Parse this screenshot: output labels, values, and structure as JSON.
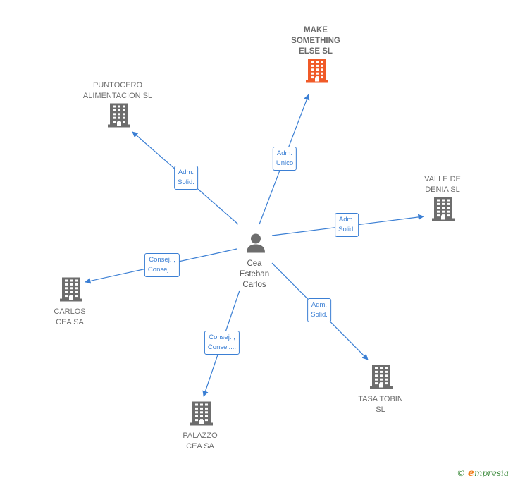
{
  "center": {
    "label": "Cea\nEsteban\nCarlos",
    "icon": "person-icon"
  },
  "nodes": [
    {
      "id": "make",
      "label": "MAKE\nSOMETHING\nELSE  SL",
      "icon": "building-icon",
      "color": "#f05a28",
      "highlight": true
    },
    {
      "id": "puntocero",
      "label": "PUNTOCERO\nALIMENTACION SL",
      "icon": "building-icon",
      "color": "#6d6d6d"
    },
    {
      "id": "valle",
      "label": "VALLE DE\nDENIA  SL",
      "icon": "building-icon",
      "color": "#6d6d6d"
    },
    {
      "id": "carlos",
      "label": "CARLOS\nCEA SA",
      "icon": "building-icon",
      "color": "#6d6d6d"
    },
    {
      "id": "palazzo",
      "label": "PALAZZO\nCEA SA",
      "icon": "building-icon",
      "color": "#6d6d6d"
    },
    {
      "id": "tasa",
      "label": "TASA TOBIN\nSL",
      "icon": "building-icon",
      "color": "#6d6d6d"
    }
  ],
  "edges": [
    {
      "to": "make",
      "label": "Adm.\nUnico"
    },
    {
      "to": "puntocero",
      "label": "Adm.\nSolid."
    },
    {
      "to": "valle",
      "label": "Adm.\nSolid."
    },
    {
      "to": "carlos",
      "label": "Consej. ,\nConsej...."
    },
    {
      "to": "palazzo",
      "label": "Consej. ,\nConsej...."
    },
    {
      "to": "tasa",
      "label": "Adm.\nSolid."
    }
  ],
  "colors": {
    "edge": "#3b7fd4",
    "accent": "#f05a28",
    "building": "#6d6d6d"
  },
  "footer": {
    "copyright_symbol": "©",
    "brand_e": "e",
    "brand_rest": "mpresia"
  }
}
